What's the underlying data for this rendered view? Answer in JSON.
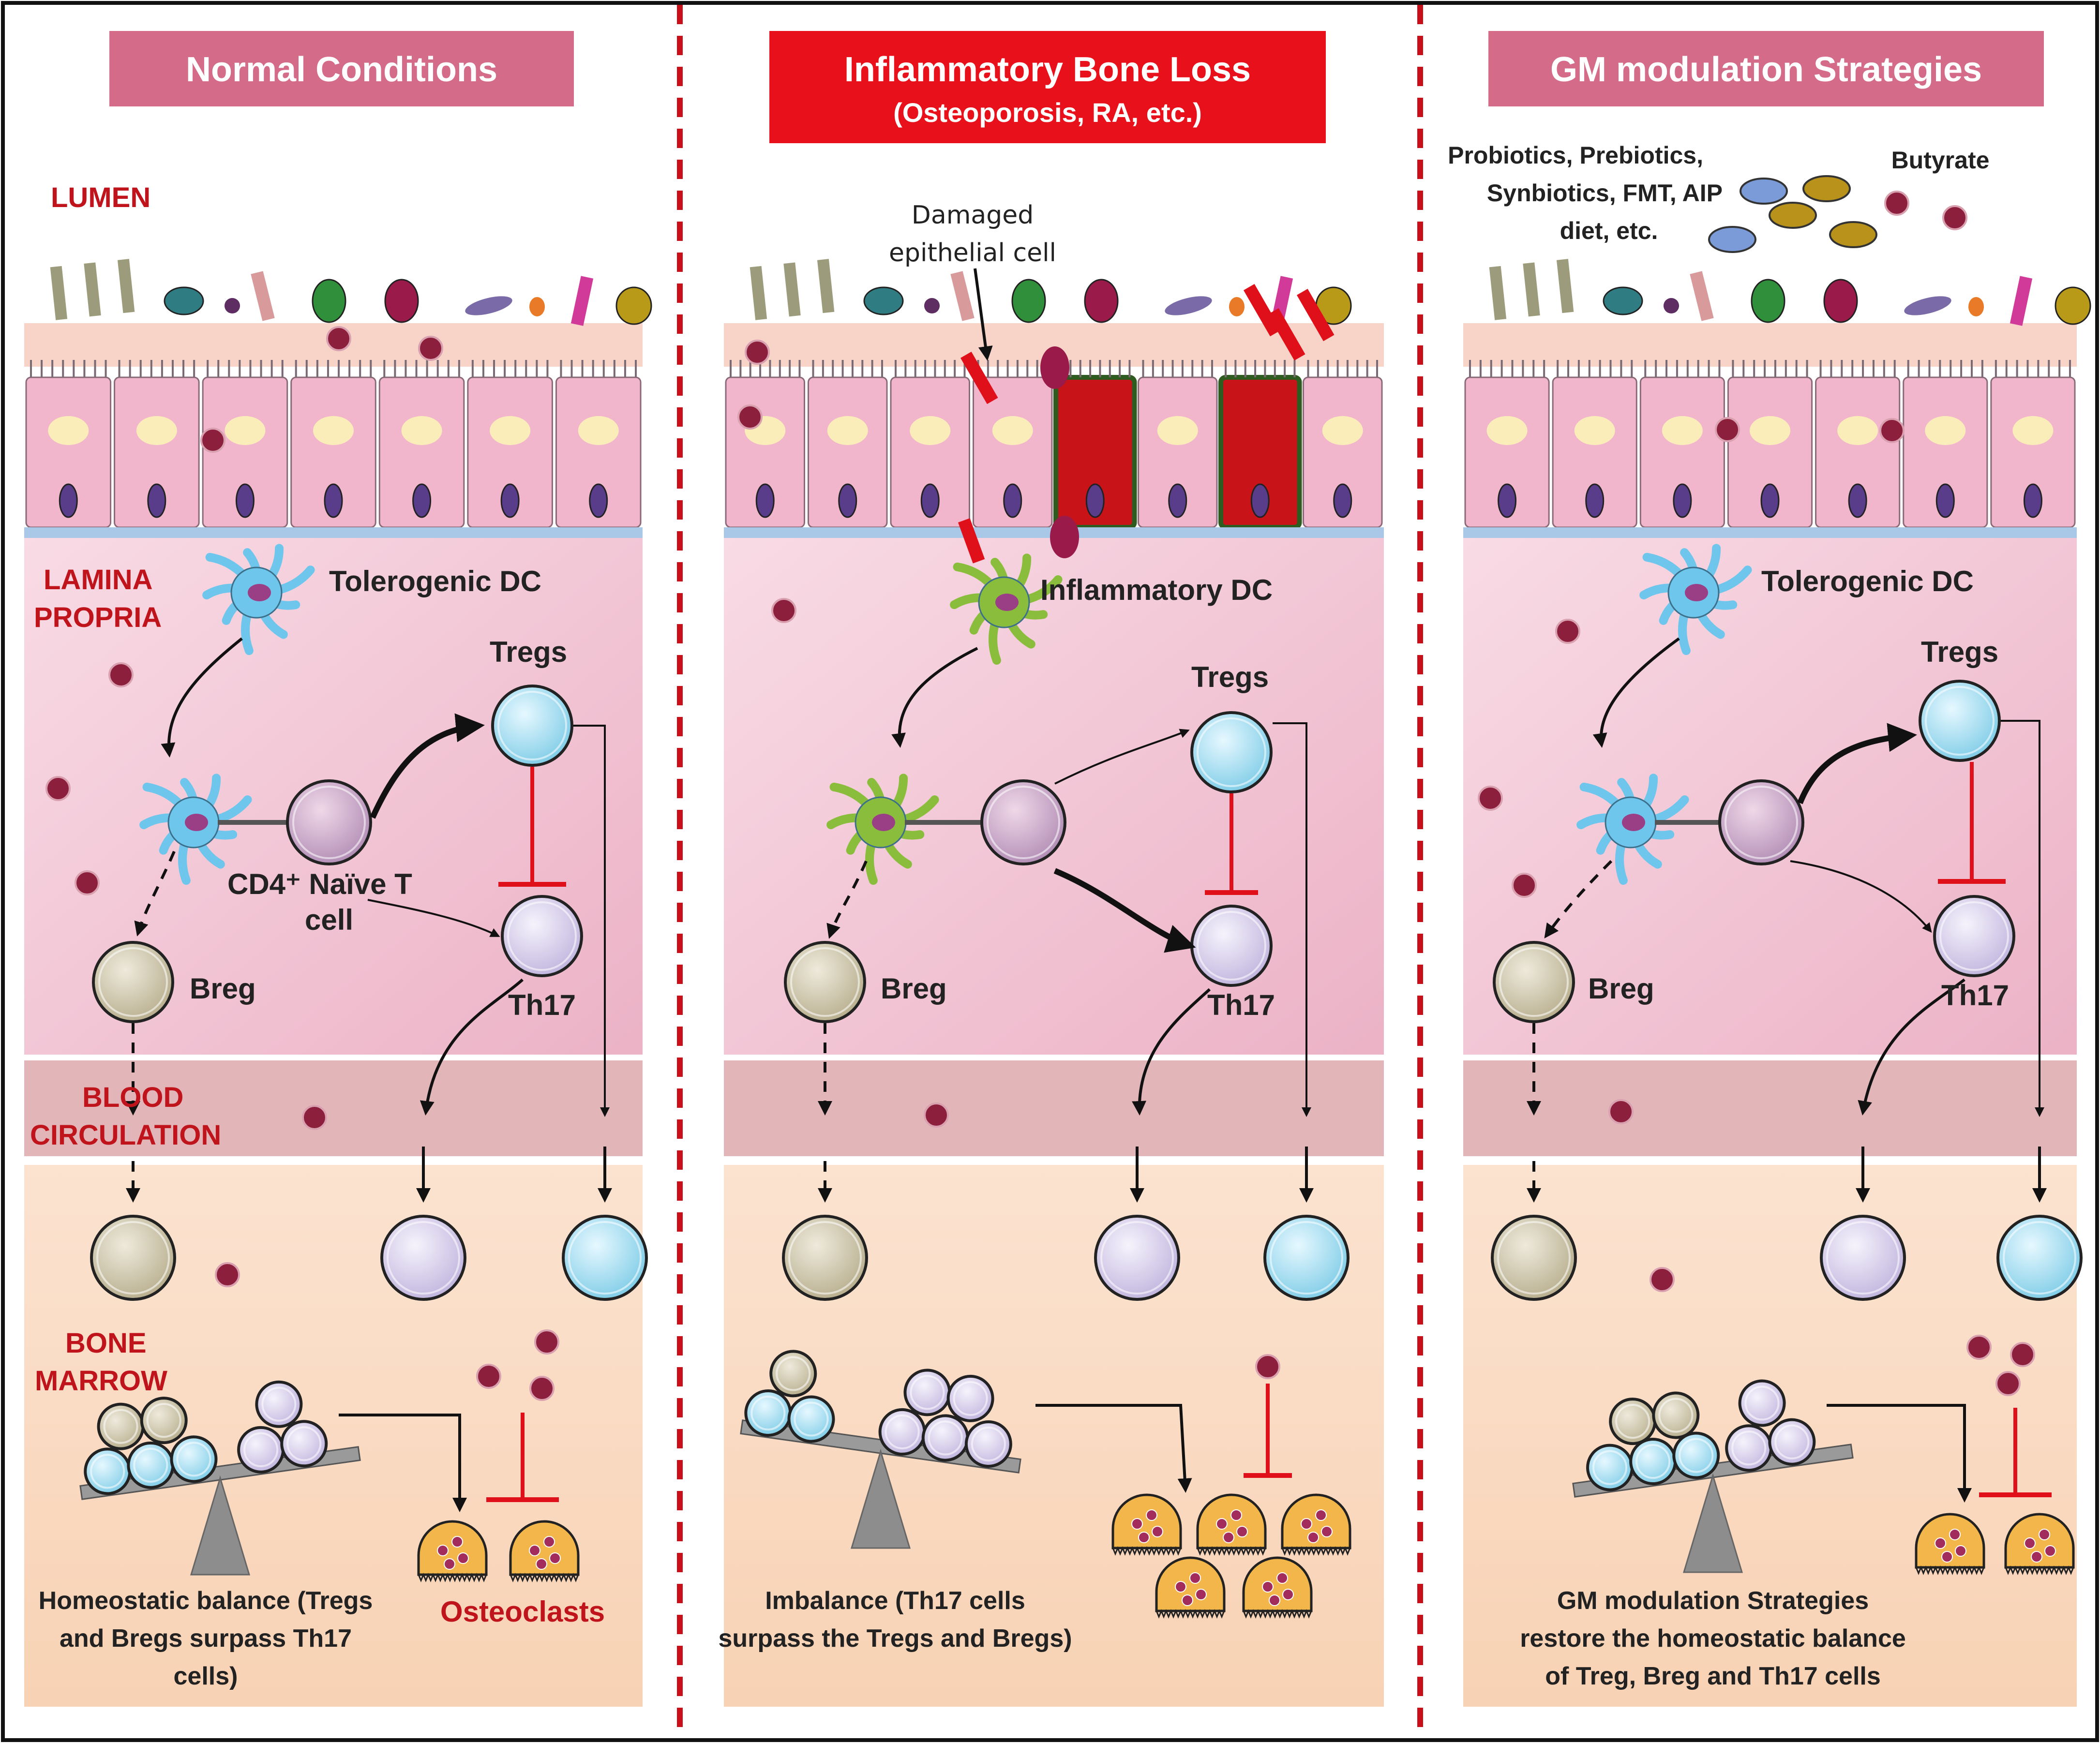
{
  "panels": [
    {
      "title": "Normal Conditions",
      "dc_label": "Tolerogenic DC",
      "tregs_label": "Tregs",
      "th17_label": "Th17",
      "breg_label": "Breg",
      "tcell_label_1": "CD4⁺ Naïve T",
      "tcell_label_2": "cell",
      "osteo_label": "Osteoclasts",
      "caption": [
        "Homeostatic balance (Tregs",
        "and Bregs surpass Th17",
        "cells)"
      ]
    },
    {
      "title": "Inflammatory Bone Loss",
      "subtitle": "(Osteoporosis, RA, etc.)",
      "damaged_label": [
        "Damaged",
        "epithelial cell"
      ],
      "dc_label": "Inflammatory DC",
      "tregs_label": "Tregs",
      "th17_label": "Th17",
      "breg_label": "Breg",
      "caption": [
        "Imbalance (Th17 cells",
        "surpass the Tregs and Bregs)"
      ]
    },
    {
      "title": "GM modulation Strategies",
      "strategies": [
        "Probiotics, Prebiotics,",
        "Synbiotics, FMT, AIP",
        "diet, etc."
      ],
      "butyrate_label": "Butyrate",
      "dc_label": "Tolerogenic DC",
      "tregs_label": "Tregs",
      "th17_label": "Th17",
      "breg_label": "Breg",
      "caption": [
        "GM modulation Strategies",
        "restore the homeostatic balance",
        "of Treg, Breg and Th17 cells"
      ]
    }
  ],
  "layer_labels": {
    "lumen": "LUMEN",
    "lamina": [
      "LAMINA",
      "PROPRIA"
    ],
    "blood": [
      "BLOOD",
      "CIRCULATION"
    ],
    "bone": [
      "BONE",
      "MARROW"
    ]
  },
  "colors": {
    "title_box": "#d46b88",
    "alert_box": "#e8101a",
    "layer_label": "#c0141c",
    "epithelium": "#f0b4cc",
    "lamina": "#f3c8d6",
    "blood": "#e2b6b9",
    "marrow": "#fad9c0",
    "treg": "#9adcf0",
    "th17": "#d8d0ec",
    "breg": "#cfc6a8",
    "dc_tolerogenic": "#6fc6ec",
    "dc_inflammatory": "#8bbd3c",
    "osteoclast": "#f3b64a",
    "butyrate": "#8c1f3b",
    "inhibition": "#e0101a"
  }
}
